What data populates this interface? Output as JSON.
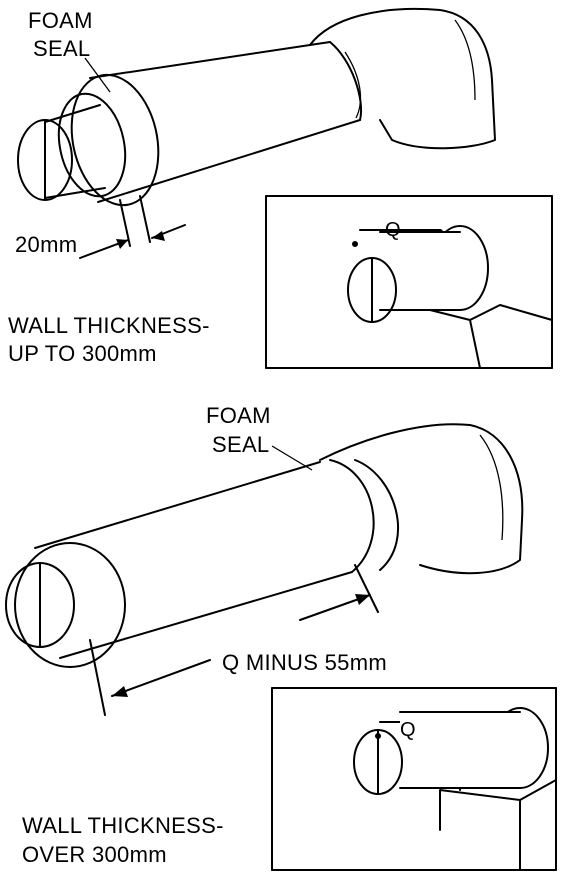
{
  "top": {
    "foam_seal": [
      "FOAM",
      "SEAL"
    ],
    "dimension": "20mm",
    "wall_label": [
      "WALL THICKNESS-",
      "UP TO 300mm"
    ],
    "inset_letter": "Q"
  },
  "bottom": {
    "foam_seal": [
      "FOAM",
      "SEAL"
    ],
    "dimension": "Q MINUS 55mm",
    "wall_label": [
      "WALL THICKNESS-",
      "OVER 300mm"
    ],
    "inset_letter": "Q"
  }
}
